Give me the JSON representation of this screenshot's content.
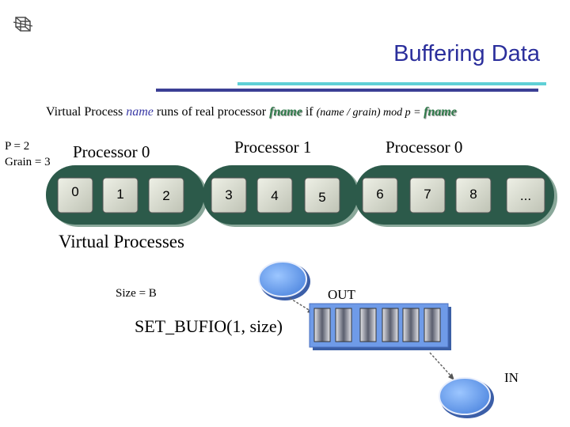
{
  "logo": {
    "icon": "cube-logo-icon"
  },
  "title": "Buffering Data",
  "subtitle": {
    "part1": "Virtual Process ",
    "name": "name",
    "part2": " runs of real processor ",
    "fname": "fname",
    "part3": " if ",
    "formula": "(name / grain) mod p = ",
    "fname2": "fname"
  },
  "params": {
    "p": "P = 2",
    "grain": "Grain = 3"
  },
  "processor_labels": [
    "Processor 0",
    "Processor 1",
    "Processor 0"
  ],
  "virtual_processes": [
    "0",
    "1",
    "2",
    "3",
    "4",
    "5",
    "6",
    "7",
    "8",
    "..."
  ],
  "virtual_processes_label": "Virtual Processes",
  "size_label": "Size = B",
  "bufio_call": "SET_BUFIO(1, size)",
  "out_label": "OUT",
  "in_label": "IN",
  "buffer_slots": 6,
  "colors": {
    "title": "#2b2f9c",
    "rule_navy": "#3b3f95",
    "rule_cyan": "#5fd0d6",
    "group_dark": "#2c5a4a",
    "cell_fill": "#d9ddd0",
    "buffer_fill": "#6f9be8",
    "node_fill": "#6fa5f0"
  }
}
